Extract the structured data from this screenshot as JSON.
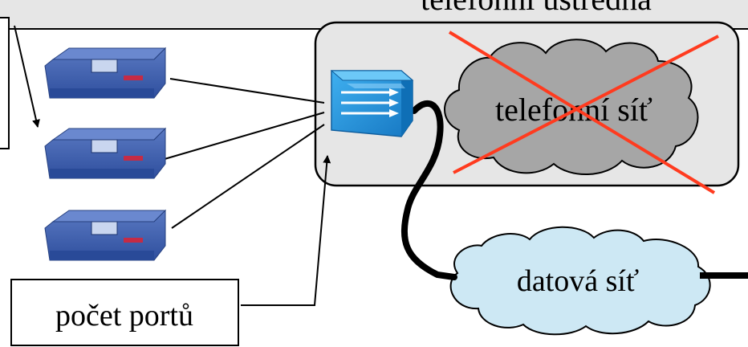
{
  "header": {
    "label": "telefonní ústředna"
  },
  "exchange": {
    "network_label": "telefonní síť",
    "crossed_out": true,
    "cross_color": "#ff3b1f",
    "box_fill": "#e6e6e6",
    "cloud_fill": "#a6a6a6"
  },
  "data_network": {
    "label": "datová síť",
    "cloud_fill": "#cde8f4"
  },
  "callout": {
    "label": "počet portů"
  },
  "devices": [
    {
      "icon": "modem-icon"
    },
    {
      "icon": "modem-icon"
    },
    {
      "icon": "modem-icon"
    }
  ],
  "switch": {
    "icon": "switch-icon",
    "color": "#1e90d8"
  }
}
